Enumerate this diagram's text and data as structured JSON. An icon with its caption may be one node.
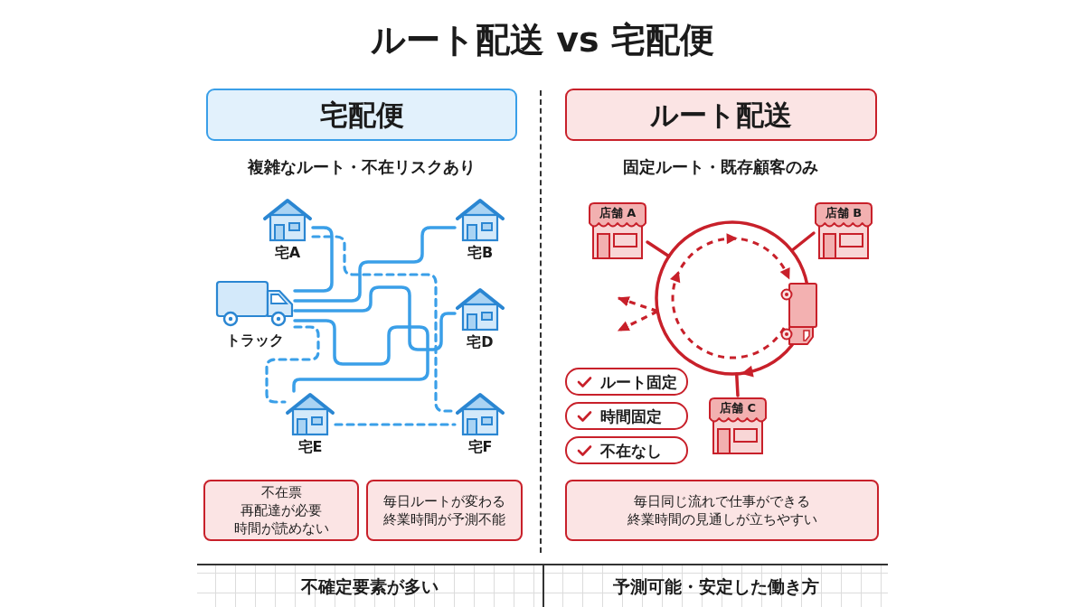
{
  "diagram": {
    "title": "ルート配送 vs 宅配便",
    "nodes": [
      {
        "text": [
          "宅配便"
        ]
      },
      {
        "text": [
          "ルート配送"
        ]
      },
      {
        "text": [
          "宅A"
        ]
      },
      {
        "text": [
          "宅B"
        ]
      },
      {
        "text": [
          "トラック"
        ]
      },
      {
        "text": [
          "宅D"
        ]
      },
      {
        "text": [
          "宅E"
        ]
      },
      {
        "text": [
          "宅F"
        ]
      },
      {
        "text": [
          "店舗 A"
        ]
      },
      {
        "text": [
          "店舗 B"
        ]
      },
      {
        "text": [],
        "shape": "circle"
      },
      {
        "text": [
          "ルート固定"
        ]
      },
      {
        "text": [
          "時間固定"
        ]
      },
      {
        "text": [
          "不在なし"
        ]
      },
      {
        "text": [
          "店舗 C"
        ]
      },
      {
        "text": [
          "不在票",
          "再配達が必要",
          "時間が読めない"
        ]
      },
      {
        "text": [
          "毎日ルートが変わる",
          "終業時間が予測不能"
        ]
      },
      {
        "text": [
          "毎日同じ流れで仕事ができる",
          "終業時間の見通しが立ちやすい"
        ]
      }
    ],
    "edges": [
      {
        "from": 4,
        "to": 2,
        "arrow": "none"
      },
      {
        "from": 4,
        "to": 3,
        "arrow": "none"
      },
      {
        "from": 4,
        "to": 5,
        "arrow": "none"
      },
      {
        "from": 4,
        "to": 6,
        "arrow": "none"
      },
      {
        "from": 4,
        "to": 6,
        "arrow": "none",
        "style": "dashed"
      },
      {
        "from": 2,
        "to": 7,
        "arrow": "none",
        "style": "dashed"
      },
      {
        "from": 6,
        "to": 7,
        "arrow": "none",
        "style": "dashed"
      },
      {
        "from": 8,
        "to": 10,
        "arrow": "none",
        "color": "#c8202a"
      },
      {
        "from": 9,
        "to": 10,
        "arrow": "none",
        "color": "#c8202a"
      },
      {
        "from": 14,
        "to": 10,
        "arrow": "none",
        "color": "#c8202a"
      },
      {
        "from": 10,
        "to": null,
        "arrow": "to",
        "style": "dashed",
        "color": "#c8202a"
      },
      {
        "from": 10,
        "to": null,
        "arrow": "to",
        "style": "dashed",
        "color": "#c8202a"
      }
    ],
    "labels": [
      "複雑なルート・不在リスクあり",
      "固定ルート・既存顧客のみ",
      "不確定要素が多い",
      "予測可能・安定した働き方"
    ]
  }
}
